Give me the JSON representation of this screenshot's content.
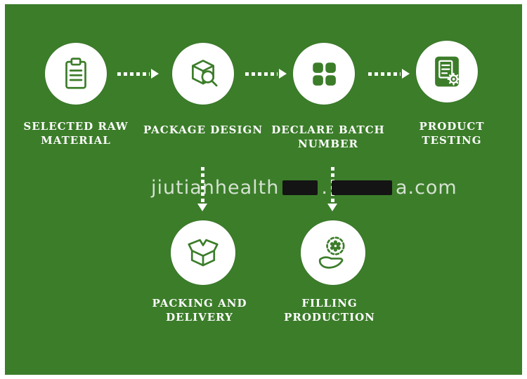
{
  "colors": {
    "background": "#3c7d2a",
    "icon": "#3c7d2a",
    "circle": "#ffffff",
    "label": "#ffffff",
    "arrow": "#ffffff",
    "redact": "#141414",
    "watermark": "rgba(255,255,255,0.78)"
  },
  "watermark": {
    "site_name": "jiutianhealth",
    "dot": ".",
    "domain_suffix": "a.com"
  },
  "nodes": [
    {
      "id": "selected-raw-material",
      "icon": "clipboard-icon",
      "label_line1": "SELECTED RAW",
      "label_line2": "MATERIAL"
    },
    {
      "id": "package-design",
      "icon": "package-magnifier-icon",
      "label_line1": "PACKAGE DESIGN",
      "label_line2": ""
    },
    {
      "id": "declare-batch-number",
      "icon": "batch-grid-icon",
      "label_line1": "DECLARE BATCH",
      "label_line2": "NUMBER"
    },
    {
      "id": "product-testing",
      "icon": "document-gear-icon",
      "label_line1": "PRODUCT",
      "label_line2": "TESTING"
    },
    {
      "id": "packing-and-delivery",
      "icon": "open-box-icon",
      "label_line1": "PACKING AND",
      "label_line2": "DELIVERY"
    },
    {
      "id": "filling-production",
      "icon": "hand-gear-icon",
      "label_line1": "FILLING",
      "label_line2": "PRODUCTION"
    }
  ],
  "connections": [
    {
      "from": "selected-raw-material",
      "to": "package-design",
      "direction": "right"
    },
    {
      "from": "package-design",
      "to": "declare-batch-number",
      "direction": "right"
    },
    {
      "from": "declare-batch-number",
      "to": "product-testing",
      "direction": "right"
    },
    {
      "from": "package-design",
      "to": "packing-and-delivery",
      "direction": "down"
    },
    {
      "from": "declare-batch-number",
      "to": "filling-production",
      "direction": "down"
    }
  ]
}
